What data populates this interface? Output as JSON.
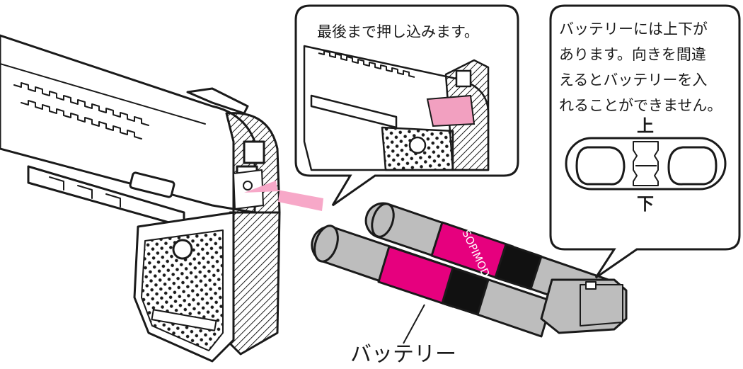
{
  "callouts": {
    "top_center": "最後まで押し込みます。",
    "top_right_lines": [
      "バッテリーには上下が",
      "あります。向きを間違",
      "えるとバッテリーを入",
      "れることができません。"
    ],
    "orientation_top": "上",
    "orientation_bottom": "下"
  },
  "labels": {
    "battery": "バッテリー",
    "battery_brand": "SOPIMOD"
  },
  "colors": {
    "pink_band": "#e6007e",
    "pink_arrow": "#f7a8c8",
    "pink_tab": "#f2a0c0",
    "battery_gray": "#bdbdbd",
    "band_black": "#111111",
    "outline": "#1a1a1a"
  }
}
